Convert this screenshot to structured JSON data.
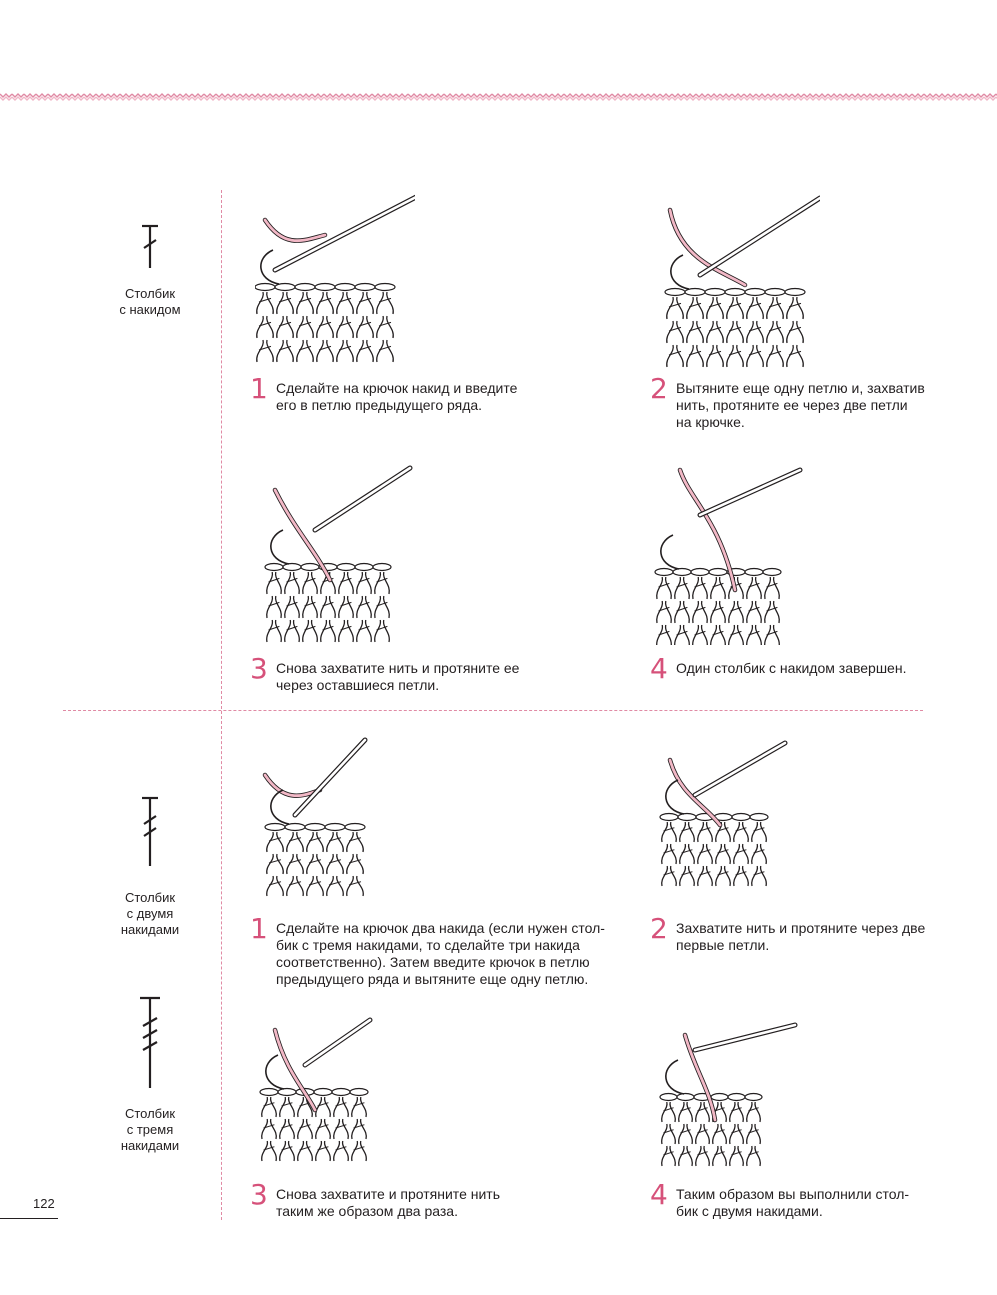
{
  "colors": {
    "accent": "#d6517a",
    "dashed_line": "#e08aa4",
    "yarn_pink": "#f2b8c6",
    "ink": "#231f20"
  },
  "symbols": {
    "dc_label": "Столбик\nс накидом",
    "tr_label": "Столбик\nс двумя\nнакидами",
    "dtr_label": "Столбик\nс тремя\nнакидами"
  },
  "section1": {
    "steps": [
      {
        "num": "1",
        "text": "Сделайте на крючок накид и введите\nего в петлю предыдущего ряда."
      },
      {
        "num": "2",
        "text": "Вытяните еще одну петлю и, захватив\nнить, протяните ее через две петли\nна крючке."
      },
      {
        "num": "3",
        "text": "Снова захватите нить и протяните ее\nчерез оставшиеся петли."
      },
      {
        "num": "4",
        "text": "Один столбик с накидом завершен."
      }
    ]
  },
  "section2": {
    "steps": [
      {
        "num": "1",
        "text": "Сделайте на крючок два накида (если нужен стол-\nбик с тремя накидами, то сделайте три накида\nсоответственно). Затем введите крючок в петлю\nпредыдущего ряда и вытяните еще одну петлю."
      },
      {
        "num": "2",
        "text": "Захватите нить и протяните через две\nпервые петли."
      },
      {
        "num": "3",
        "text": "Снова захватите и протяните нить\nтаким же образом два раза."
      },
      {
        "num": "4",
        "text": "Таким образом вы выполнили стол-\nбик с двумя накидами."
      }
    ]
  },
  "page_number": "122"
}
